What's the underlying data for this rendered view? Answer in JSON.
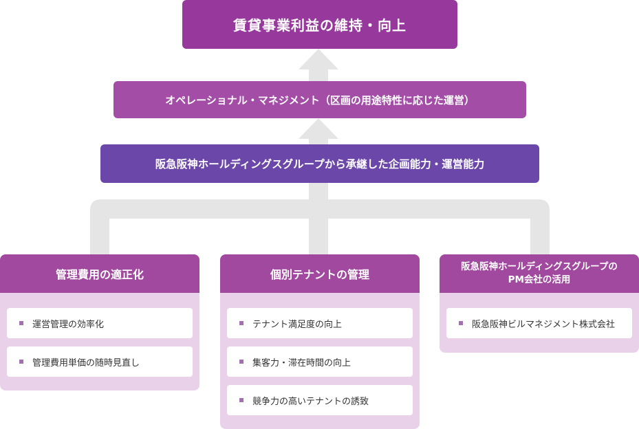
{
  "goal": {
    "label": "賃貸事業利益の維持・向上"
  },
  "operation": {
    "label": "オペレーショナル・マネジメント（区画の用途特性に応じた運営）"
  },
  "capability": {
    "label": "阪急阪神ホールディングスグループから承継した企画能力・運営能力"
  },
  "pillars": [
    {
      "title": "管理費用の適正化",
      "items": [
        "運営管理の効率化",
        "管理費用単価の随時見直し"
      ]
    },
    {
      "title": "個別テナントの管理",
      "items": [
        "テナント満足度の向上",
        "集客力・滞在時間の向上",
        "競争力の高いテナントの誘致"
      ]
    },
    {
      "title": "阪急阪神ホールディングスグループの\nPM会社の活用",
      "items": [
        "阪急阪神ビルマネジメント株式会社"
      ]
    }
  ],
  "colors": {
    "goal_banner": "#97389c",
    "operation_banner": "#a34da7",
    "capability_banner": "#6a47a8",
    "pillar_header": "#a1499f",
    "pillar_panel": "#e9d2e9",
    "connector": "#e5e5e5"
  }
}
